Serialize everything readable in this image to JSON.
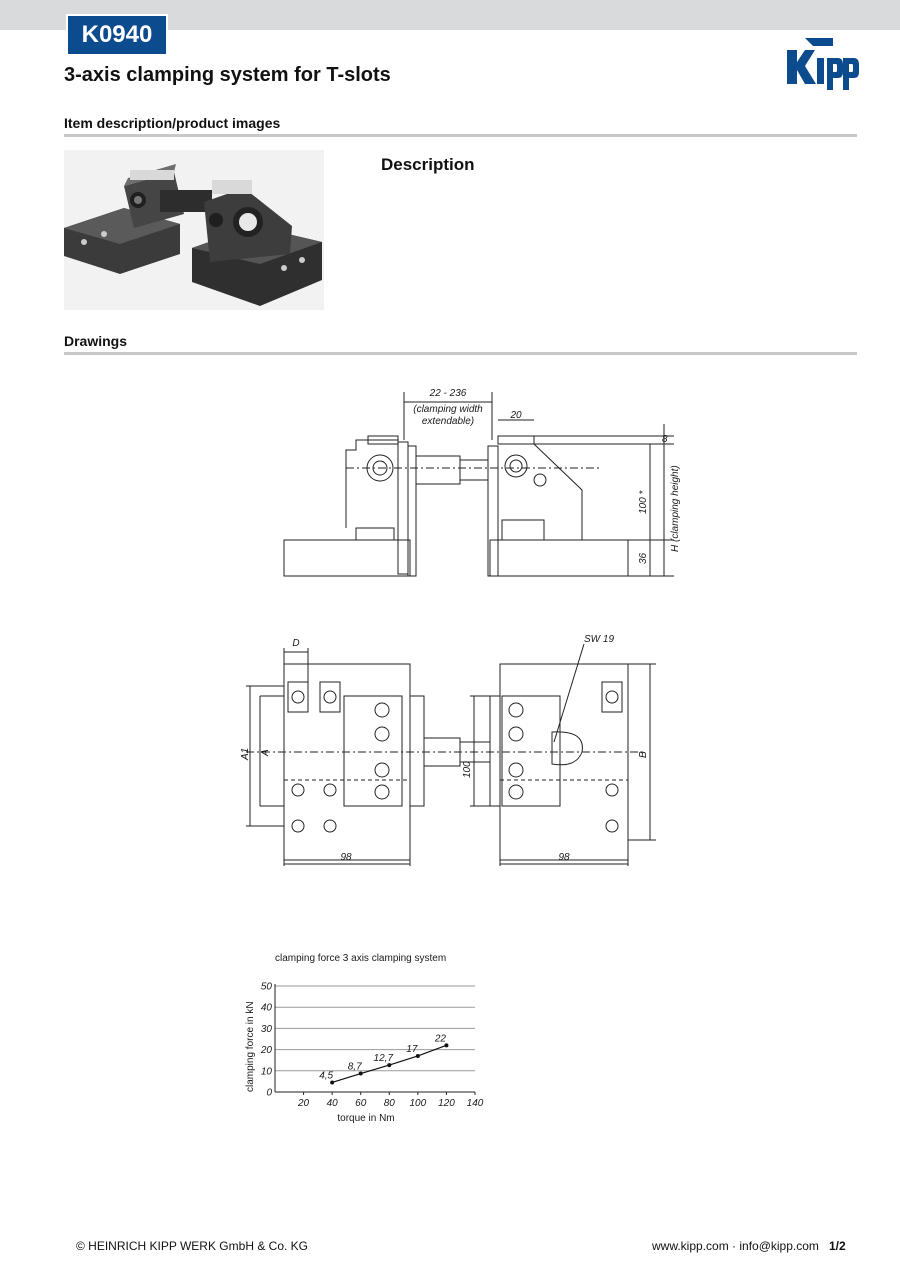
{
  "header": {
    "item_code": "K0940",
    "title": "3-axis clamping system for T-slots",
    "logo_text": "Kipp",
    "accent_color": "#0d4b8f"
  },
  "sections": {
    "item_description": "Item description/product images",
    "description": "Description",
    "drawings": "Drawings"
  },
  "drawing_labels": {
    "width_range": "22 - 236",
    "clamping_width_1": "(clamping width",
    "clamping_width_2": "extendable)",
    "dim_20": "20",
    "dim_8": "8",
    "dim_100_star": "100 *",
    "clamping_height": "H (clamping height)",
    "dim_36": "36",
    "dim_D": "D",
    "sw": "SW 19",
    "dim_A1": "A1",
    "dim_A": "A",
    "dim_100": "100",
    "dim_B": "B",
    "dim_98_left": "98",
    "dim_98_right": "98"
  },
  "chart_data": {
    "type": "line",
    "title": "clamping force 3 axis clamping system",
    "xlabel": "torque in Nm",
    "ylabel": "clamping force in kN",
    "x_ticks": [
      "20",
      "40",
      "60",
      "80",
      "100",
      "120",
      "140"
    ],
    "y_ticks": [
      "0",
      "10",
      "20",
      "30",
      "40",
      "50"
    ],
    "xlim": [
      0,
      140
    ],
    "ylim": [
      0,
      50
    ],
    "grid": true,
    "series": [
      {
        "x": [
          40,
          60,
          80,
          100,
          120
        ],
        "y": [
          4.5,
          8.7,
          12.7,
          17,
          22
        ],
        "labels": [
          "4,5",
          "8,7",
          "12,7",
          "17",
          "22"
        ]
      }
    ]
  },
  "footer": {
    "copyright": "© HEINRICH KIPP WERK GmbH & Co. KG",
    "contact": "www.kipp.com · info@kipp.com",
    "page": "1/2"
  }
}
